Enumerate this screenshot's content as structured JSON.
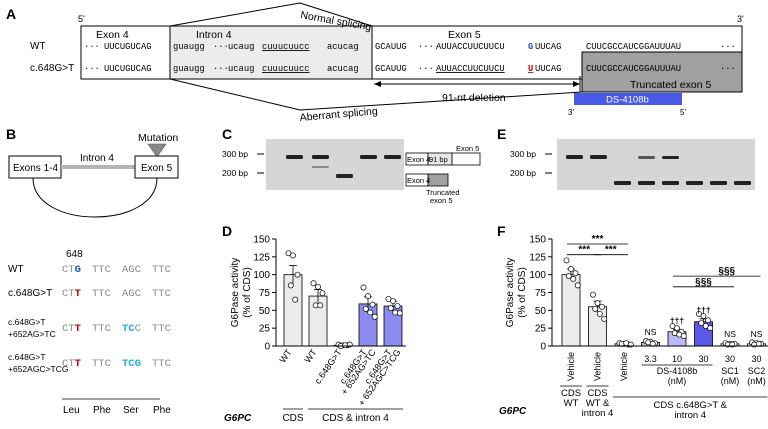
{
  "panel_labels": [
    "A",
    "B",
    "C",
    "D",
    "E",
    "F"
  ],
  "panelA": {
    "five_prime": "5'",
    "three_prime": "3'",
    "exon4_title": "Exon 4",
    "intron4_title": "Intron 4",
    "exon5_title": "Exon 5",
    "normal_splicing": "Normal splicing",
    "aberrant_splicing": "Aberrant splicing",
    "wt_label": "WT",
    "mut_label": "c.648G>T",
    "ellipsis": "···",
    "exon4_seq": "UUCUGUCAG",
    "intron_seq_a": "guaugg",
    "intron_seq_b": "ucaug",
    "intron_seq_underlined": "cuuucuucc",
    "intron_seq_c": "acucag",
    "exon5_seq_a": "GCAUUG",
    "exon5_wt_pre": "AUUACCUUCUUCU",
    "exon5_wt_base": "G",
    "exon5_mut_base": "U",
    "exon5_seq_post": "UUCAG",
    "exon5_seq_tail": "CUUCGCCAUCGGAUUUAU",
    "deletion_label": "91-nt deletion",
    "truncated_label": "Truncated exon 5",
    "aso_label": "DS-4108b",
    "aso_3p": "3'",
    "aso_5p": "5'"
  },
  "panelB": {
    "mutation_label": "Mutation",
    "exons14_label": "Exons 1-4",
    "intron4_label": "Intron 4",
    "exon5_label": "Exon 5",
    "position_label": "648",
    "rows": [
      {
        "label": "WT",
        "codons": [
          [
            "CT",
            "G",
            ""
          ],
          [
            "TTC",
            "",
            ""
          ],
          [
            "AGC",
            "",
            ""
          ],
          [
            "TTC",
            "",
            ""
          ]
        ]
      },
      {
        "label": "c.648G>T",
        "codons": [
          [
            "CT",
            "T",
            ""
          ],
          [
            "TTC",
            "",
            ""
          ],
          [
            "AGC",
            "",
            ""
          ],
          [
            "TTC",
            "",
            ""
          ]
        ]
      },
      {
        "label": "c.648G>T\n+652AG>TC",
        "codons": [
          [
            "CT",
            "T",
            ""
          ],
          [
            "TTC",
            "",
            ""
          ],
          [
            "TC",
            "C",
            ""
          ],
          [
            "TTC",
            "",
            ""
          ]
        ]
      },
      {
        "label": "c.648G>T\n+652AGC>TCG",
        "codons": [
          [
            "CT",
            "T",
            ""
          ],
          [
            "TTC",
            "",
            ""
          ],
          [
            "TCG",
            "",
            ""
          ],
          [
            "TTC",
            "",
            ""
          ]
        ]
      }
    ],
    "amino_acids": [
      "Leu",
      "Phe",
      "Ser",
      "Phe"
    ]
  },
  "panelC": {
    "bp300": "300 bp",
    "bp200": "200 bp",
    "exon4": "Exon 4",
    "bp91": "91 bp",
    "exon5": "Exon 5",
    "exon4b": "Exon 4",
    "truncated1": "Truncated",
    "truncated2": "exon 5"
  },
  "panelE": {
    "bp300": "300 bp",
    "bp200": "200 bp"
  },
  "colors": {
    "bar_light": "#ebebeb",
    "bar_blue": "#8c8cf0",
    "bar_blue_dark": "#5a5ae6",
    "bar_blue_light": "#b9b9f5",
    "mutation_red": "#c80000",
    "wt_blue": "#2050c0",
    "cyan": "#22a8e0",
    "aso_blue": "#4a5ae8",
    "truncated_gray": "#a0a0a0"
  },
  "chart_data": [
    {
      "type": "bar",
      "panel": "D",
      "ylabel": "G6Pase activity\n(% of CDS)",
      "ylim": [
        0,
        150
      ],
      "yticks": [
        0,
        25,
        50,
        75,
        100,
        125,
        150
      ],
      "categories": [
        "WT",
        "WT",
        "c.648G>T",
        "c.648G>T + 652AG>TC",
        "c.648G>T + 652AGC>TCG"
      ],
      "values": [
        100,
        70,
        1,
        59,
        56
      ],
      "errors": [
        13,
        9,
        0.5,
        10,
        7
      ],
      "points": [
        [
          130,
          127,
          100,
          85,
          65
        ],
        [
          88,
          83,
          74,
          57,
          57
        ],
        [
          2,
          1,
          1,
          0,
          1,
          2
        ],
        [
          82,
          70,
          58,
          52,
          47,
          41
        ],
        [
          66,
          63,
          56,
          53,
          47,
          46
        ]
      ],
      "bar_colors": [
        "light",
        "light",
        "light",
        "blue",
        "blue"
      ],
      "group_label": "G6PC",
      "groups": [
        {
          "label": "CDS",
          "span": [
            0,
            0
          ]
        },
        {
          "label": "CDS & intron 4",
          "span": [
            1,
            4
          ]
        }
      ]
    },
    {
      "type": "bar",
      "panel": "F",
      "ylabel": "G6Pase activity\n(% of CDS)",
      "ylim": [
        0,
        150
      ],
      "yticks": [
        0,
        25,
        50,
        75,
        100,
        125,
        150
      ],
      "categories": [
        "Vehicle",
        "Vehicle",
        "Vehicle",
        "3.3",
        "10",
        "30",
        "30",
        "30"
      ],
      "values": [
        100,
        55,
        3,
        5,
        20,
        34,
        3,
        3
      ],
      "errors": [
        8,
        8,
        1,
        2,
        3,
        4,
        1,
        1
      ],
      "points": [
        [
          120,
          108,
          102,
          98,
          94,
          85
        ],
        [
          72,
          60,
          55,
          52,
          45,
          38
        ],
        [
          4,
          3,
          2,
          3,
          4,
          2
        ],
        [
          7,
          6,
          4,
          5,
          3
        ],
        [
          28,
          25,
          20,
          18,
          16,
          14
        ],
        [
          45,
          42,
          36,
          32,
          28,
          25
        ],
        [
          4,
          3,
          3,
          2,
          2
        ],
        [
          5,
          4,
          3,
          2,
          3
        ]
      ],
      "bar_colors": [
        "light",
        "light",
        "light",
        "blue_light",
        "blue_light",
        "blue_dark",
        "light",
        "light"
      ],
      "significance_top": [
        {
          "from": 0,
          "to": 2,
          "label": "***"
        },
        {
          "from": 0,
          "to": 1,
          "label": "***"
        },
        {
          "from": 1,
          "to": 2,
          "label": "***"
        }
      ],
      "point_marks": [
        {
          "bar": 3,
          "label": "NS"
        },
        {
          "bar": 4,
          "label": "†††"
        },
        {
          "bar": 5,
          "label": "†††"
        },
        {
          "bar": 6,
          "label": "NS"
        },
        {
          "bar": 7,
          "label": "NS"
        }
      ],
      "section_marks": [
        {
          "from": 4,
          "to": 7,
          "label": "§§§"
        },
        {
          "from": 4,
          "to": 6,
          "label": "§§§"
        }
      ],
      "treatment_labels": [
        {
          "label": "DS-4108b",
          "sub": "(nM)",
          "span": [
            3,
            5
          ]
        },
        {
          "label": "SC1",
          "sub": "(nM)",
          "span": [
            6,
            6
          ]
        },
        {
          "label": "SC2",
          "sub": "(nM)",
          "span": [
            7,
            7
          ]
        }
      ],
      "group_label": "G6PC",
      "groups": [
        {
          "label": "CDS\nWT",
          "span": [
            0,
            0
          ]
        },
        {
          "label": "CDS\nWT &\nintron 4",
          "span": [
            1,
            1
          ]
        },
        {
          "label": "CDS c.648G>T &\nintron 4",
          "span": [
            2,
            7
          ]
        }
      ]
    }
  ]
}
